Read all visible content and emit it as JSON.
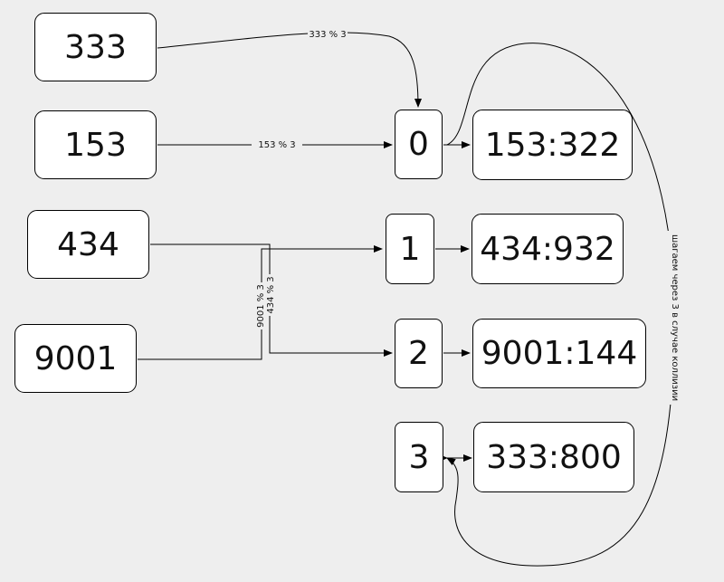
{
  "keys": {
    "k333": "333",
    "k153": "153",
    "k434": "434",
    "k9001": "9001"
  },
  "buckets": {
    "b0": "0",
    "b1": "1",
    "b2": "2",
    "b3": "3"
  },
  "entries": {
    "e0": "153:322",
    "e1": "434:932",
    "e2": "9001:144",
    "e3": "333:800"
  },
  "edge_labels": {
    "e333": "333 % 3",
    "e153": "153 % 3",
    "e9001": "9001 % 3",
    "e434": "434 % 3",
    "collision": "шагаем через 3 в случае коллизии"
  }
}
